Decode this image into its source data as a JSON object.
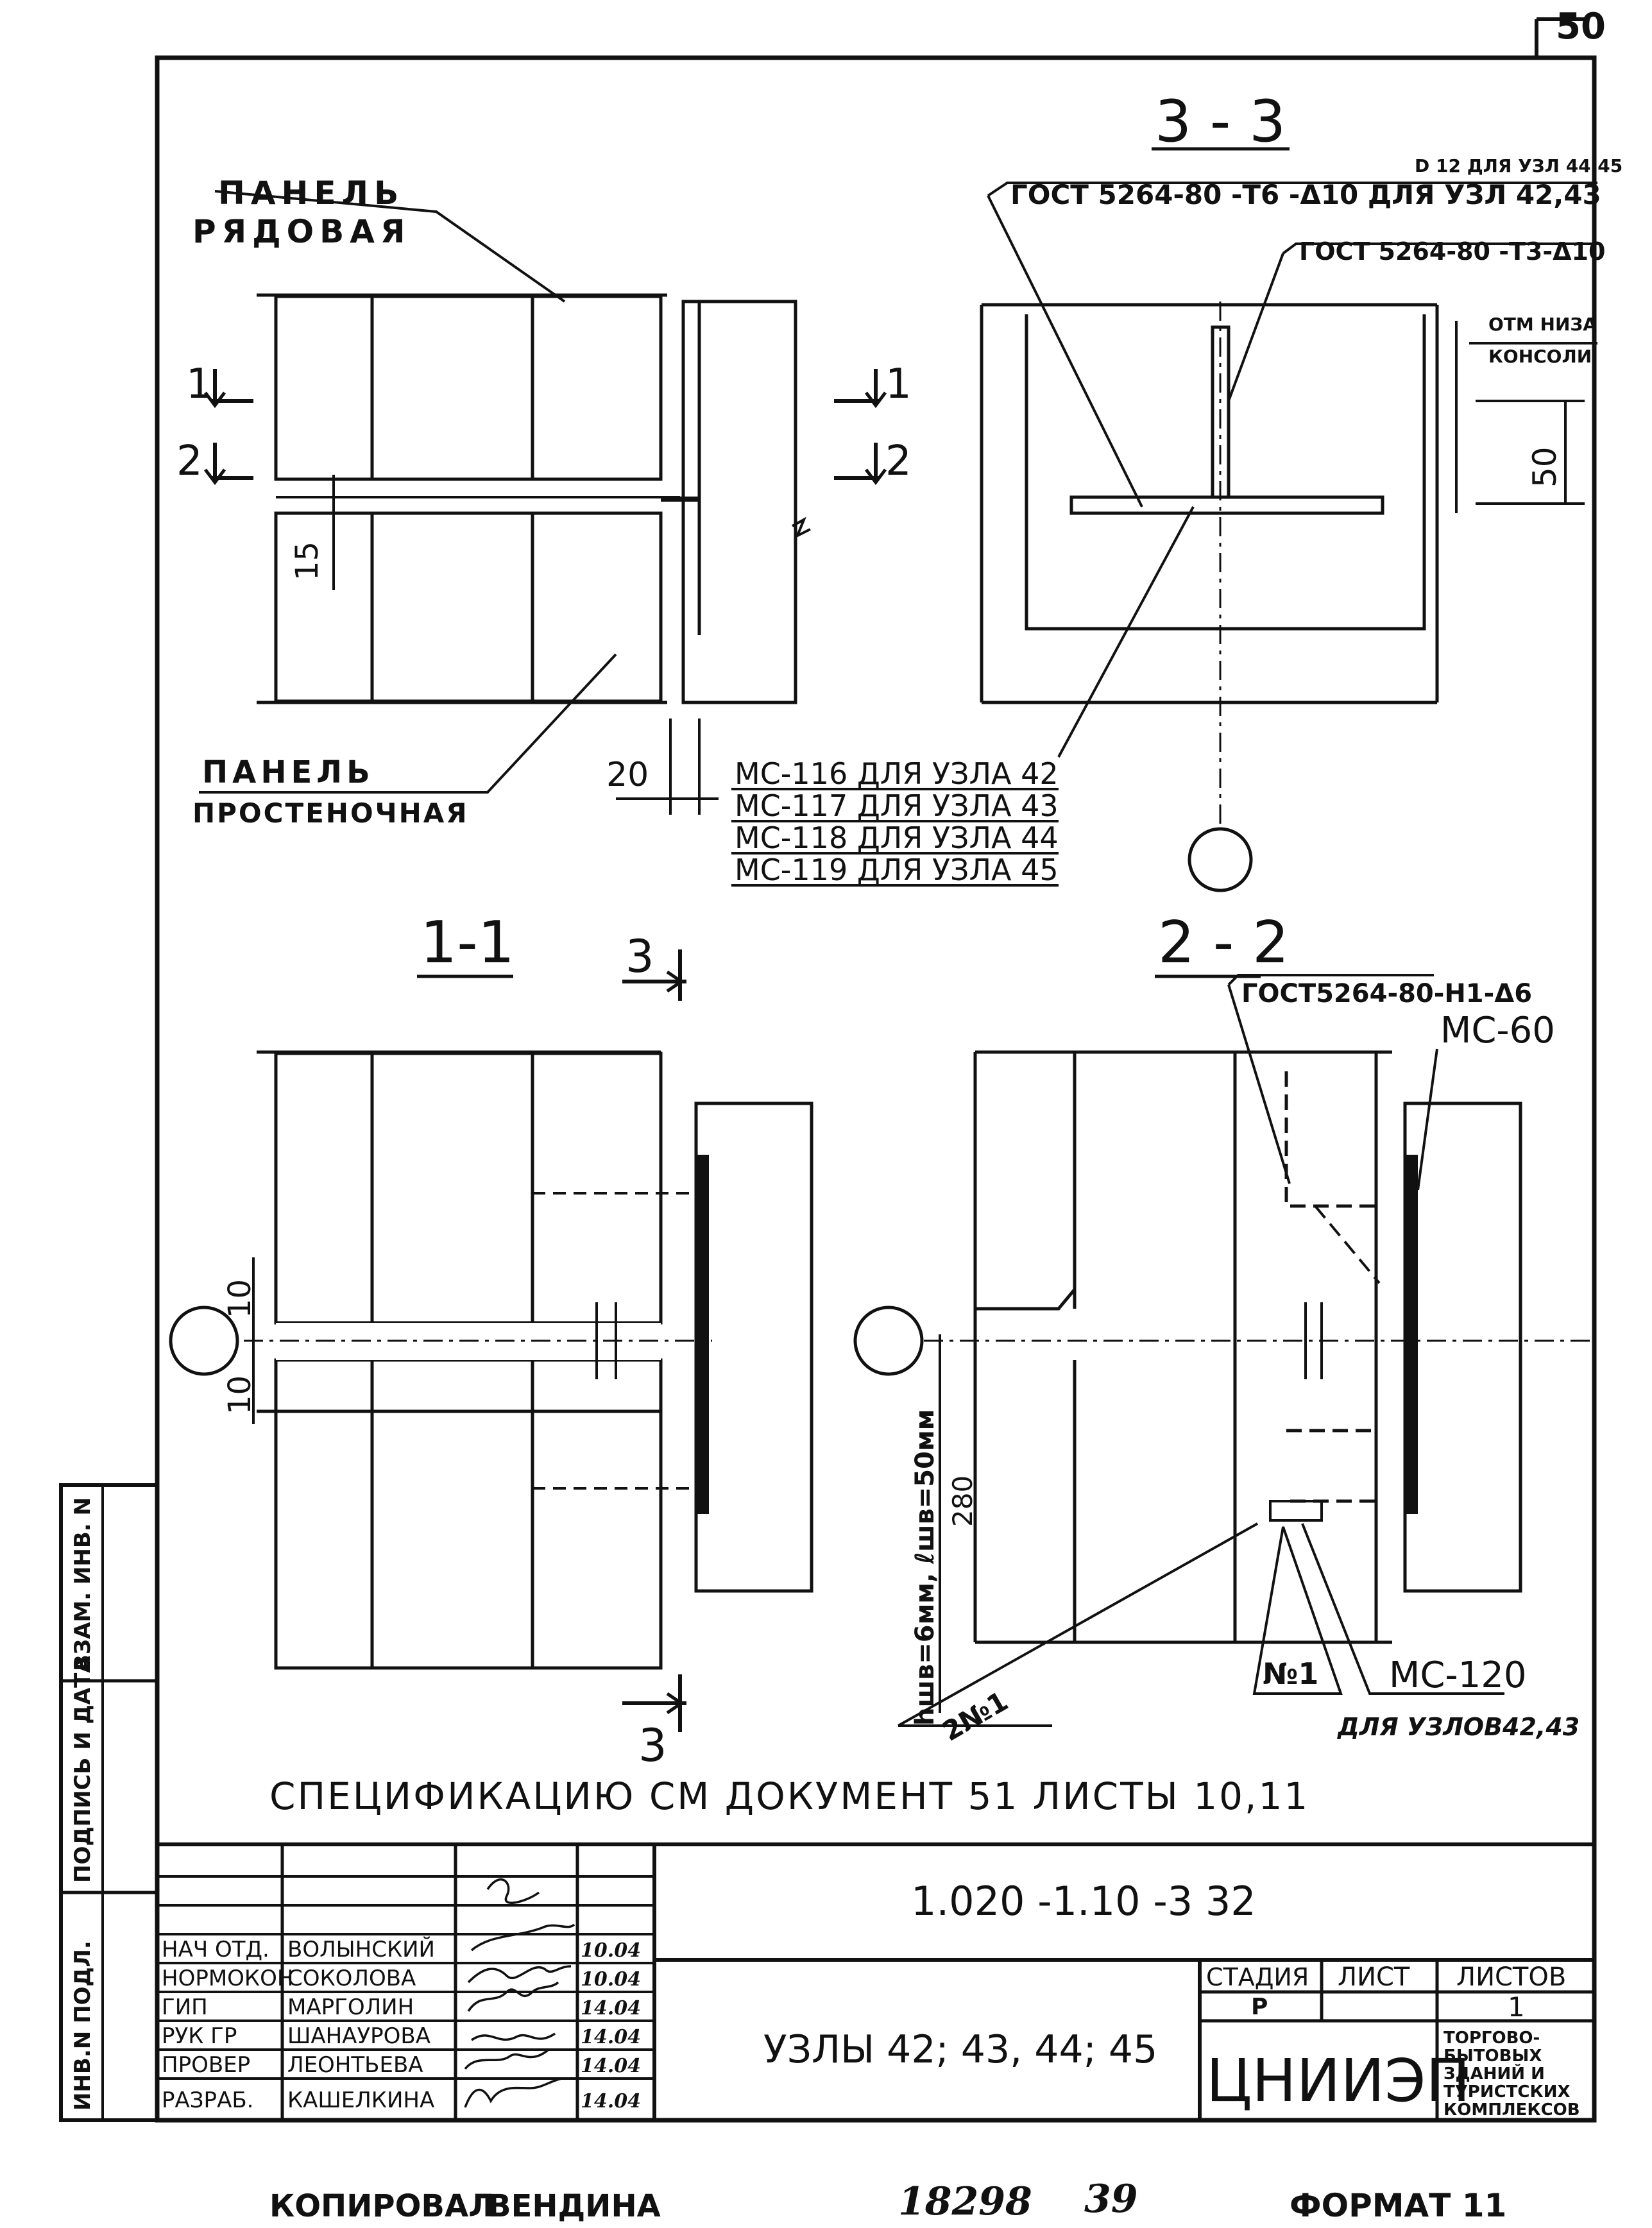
{
  "sheet_corner_number": "50",
  "sections": {
    "s33": "3 - 3",
    "s11": "1-1",
    "s22": "2 - 2"
  },
  "cut_marks": {
    "one": "1",
    "two": "2",
    "three": "3"
  },
  "labels": {
    "panel_row_1": "ПАНЕЛЬ",
    "panel_row_2": "РЯДОВАЯ",
    "panel_wall_1": "ПАНЕЛЬ",
    "panel_wall_2": "ПРОСТЕНОЧНАЯ",
    "rebar_d12": "D 12  ДЛЯ УЗЛ 44,45",
    "gost_t6": "ГОСТ 5264-80 -Т6 -Δ10  ДЛЯ УЗЛ 42,43",
    "gost_t3": "ГОСТ 5264-80 -Т3-Δ10",
    "mark_low_1": "ОТМ НИЗА",
    "mark_low_2": "КОНСОЛИ",
    "gost_n1": "ГОСТ5264-80-Н1-Δ6",
    "mc60": "МС-60",
    "no1": "№1",
    "two_no1": "2№1",
    "weld": "hшв=6мм, ℓшв=50мм",
    "mc120": "МС-120",
    "mc120_for": "ДЛЯ УЗЛОВ42,43"
  },
  "mc_list": [
    "МС-116 ДЛЯ УЗЛА 42",
    "МС-117 ДЛЯ УЗЛА 43",
    "МС-118 ДЛЯ УЗЛА 44",
    "МС-119 ДЛЯ УЗЛА 45"
  ],
  "dimensions": {
    "d15": "15",
    "d20": "20",
    "d50": "50",
    "d10a": "10",
    "d10b": "10",
    "d280": "280"
  },
  "specification_note": "СПЕЦИФИКАЦИЮ СМ ДОКУМЕНТ 51 ЛИСТЫ 10,11",
  "side_stamp": [
    "ИНВ.N ПОДЛ.",
    "ПОДПИСЬ И ДАТА",
    "ВЗАМ. ИНВ. N"
  ],
  "title_block": {
    "doc_code": "1.020 -1.10 -3 32",
    "title": "УЗЛЫ 42; 43, 44; 45",
    "stage_header": "СТАДИЯ",
    "sheet_header": "ЛИСТ",
    "sheets_header": "ЛИСТОВ",
    "stage": "Р",
    "sheets": "1",
    "org": "ЦНИИЭП",
    "org_desc": [
      "ТОРГОВО-",
      "БЫТОВЫХ",
      "ЗДАНИЙ И",
      "ТУРИСТСКИХ",
      "КОМПЛЕКСОВ"
    ],
    "staff": [
      {
        "role": "НАЧ ОТД.",
        "name": "ВОЛЫНСКИЙ",
        "date": "10.04"
      },
      {
        "role": "НОРМОКОН",
        "name": "СОКОЛОВА",
        "date": "10.04"
      },
      {
        "role": "ГИП",
        "name": "МАРГОЛИН",
        "date": "14.04"
      },
      {
        "role": "РУК ГР",
        "name": "ШАНАУРОВА",
        "date": "14.04"
      },
      {
        "role": "ПРОВЕР",
        "name": "ЛЕОНТЬЕВА",
        "date": "14.04"
      },
      {
        "role": "РАЗРАБ.",
        "name": "КАШЕЛКИНА",
        "date": "14.04"
      }
    ]
  },
  "footer": {
    "copied_label": "КОПИРОВАЛ",
    "copied_name": "ВЕНДИНА",
    "number": "18298",
    "number2": "39",
    "format": "ФОРМАТ 11"
  }
}
